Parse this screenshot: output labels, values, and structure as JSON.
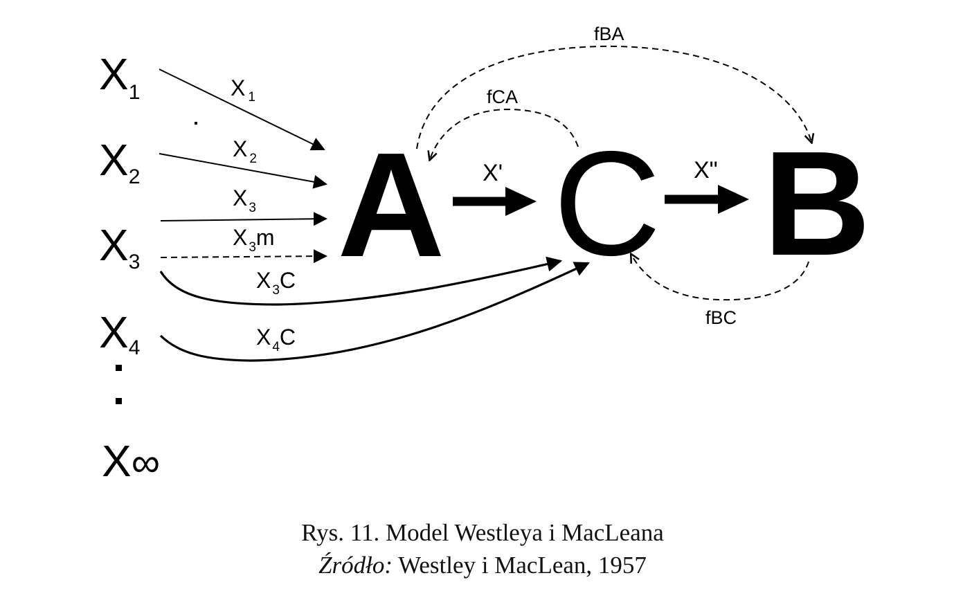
{
  "sources": {
    "x1": {
      "letter": "X",
      "sub": "1"
    },
    "x2": {
      "letter": "X",
      "sub": "2"
    },
    "x3": {
      "letter": "X",
      "sub": "3"
    },
    "x4": {
      "letter": "X",
      "sub": "4"
    },
    "xinf": {
      "letter": "X",
      "symbol": "∞"
    }
  },
  "nodes": {
    "a": "A",
    "c": "C",
    "b": "B"
  },
  "edge_labels": {
    "x1": {
      "letter": "X",
      "sub": "1"
    },
    "x2": {
      "letter": "X",
      "sub": "2"
    },
    "x3": {
      "letter": "X",
      "sub": "3"
    },
    "x3m": {
      "letter": "X",
      "sub": "3",
      "suffix": "m"
    },
    "x3c": {
      "letter": "X",
      "sub": "3",
      "suffix": "C"
    },
    "x4c": {
      "letter": "X",
      "sub": "4",
      "suffix": "C"
    },
    "x_prime": "X'",
    "x_double_prime": "X\"",
    "fba": "fBA",
    "fca": "fCA",
    "fbc": "fBC"
  },
  "caption": {
    "line1": "Rys. 11.  Model Westleya i MacLeana",
    "line2_italic": "Źródło:",
    "line2_rest": " Westley i MacLean, 1957"
  },
  "colors": {
    "ink": "#000000"
  }
}
